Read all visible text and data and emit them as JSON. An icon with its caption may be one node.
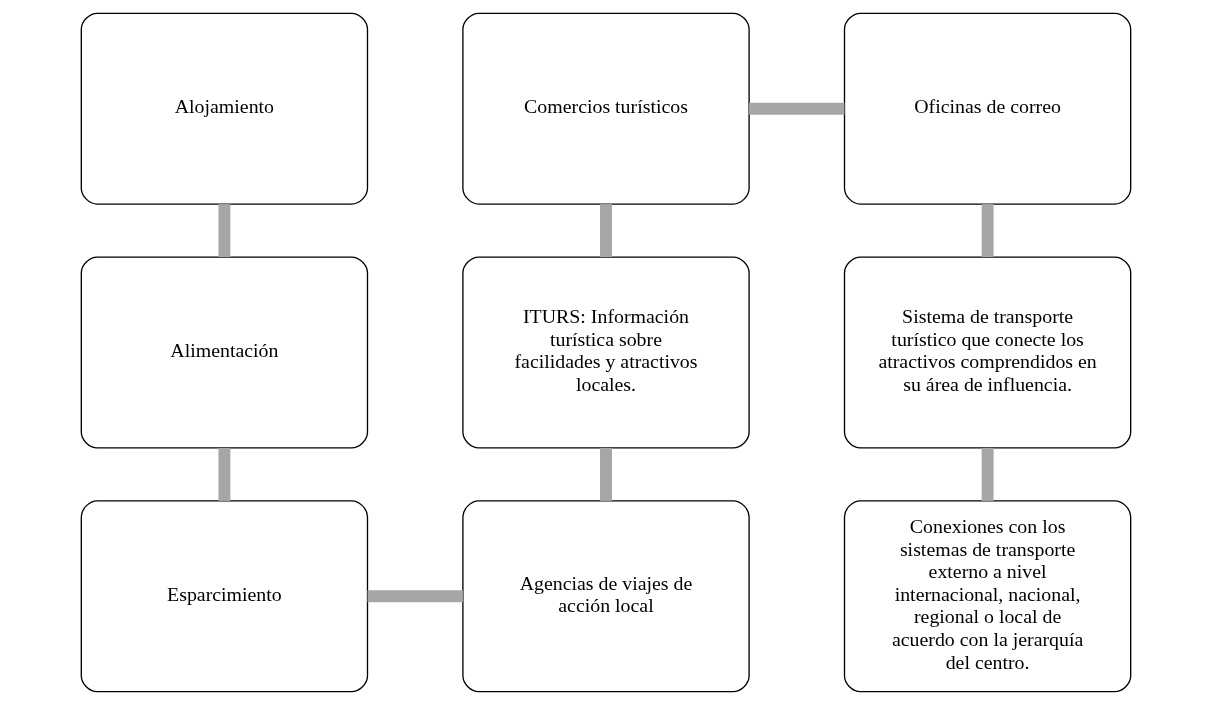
{
  "diagram": {
    "nodes": [
      {
        "text": [
          "Alojamiento"
        ]
      },
      {
        "text": [
          "Comercios turísticos"
        ]
      },
      {
        "text": [
          "Oficinas de correo"
        ]
      },
      {
        "text": [
          "Alimentación"
        ]
      },
      {
        "text": [
          "ITURS: Información turística sobre facilidades y atractivos locales."
        ]
      },
      {
        "text": [
          "Sistema de transporte turístico que conecte los atractivos comprendidos en su área de influencia."
        ]
      },
      {
        "text": [
          "Esparcimiento"
        ]
      },
      {
        "text": [
          "Agencias de viajes de acción local"
        ]
      },
      {
        "text": [
          "Conexiones con los sistemas de transporte externo a nivel internacional, nacional, regional o local de acuerdo con la jerarquía del centro."
        ]
      }
    ],
    "edges": [
      {
        "from": 0,
        "to": 3,
        "arrow": "none"
      },
      {
        "from": 3,
        "to": 6,
        "arrow": "none"
      },
      {
        "from": 6,
        "to": 7,
        "arrow": "none"
      },
      {
        "from": 7,
        "to": 4,
        "arrow": "none"
      },
      {
        "from": 4,
        "to": 1,
        "arrow": "none"
      },
      {
        "from": 1,
        "to": 2,
        "arrow": "none"
      },
      {
        "from": 2,
        "to": 5,
        "arrow": "none"
      },
      {
        "from": 5,
        "to": 8,
        "arrow": "none"
      }
    ]
  }
}
